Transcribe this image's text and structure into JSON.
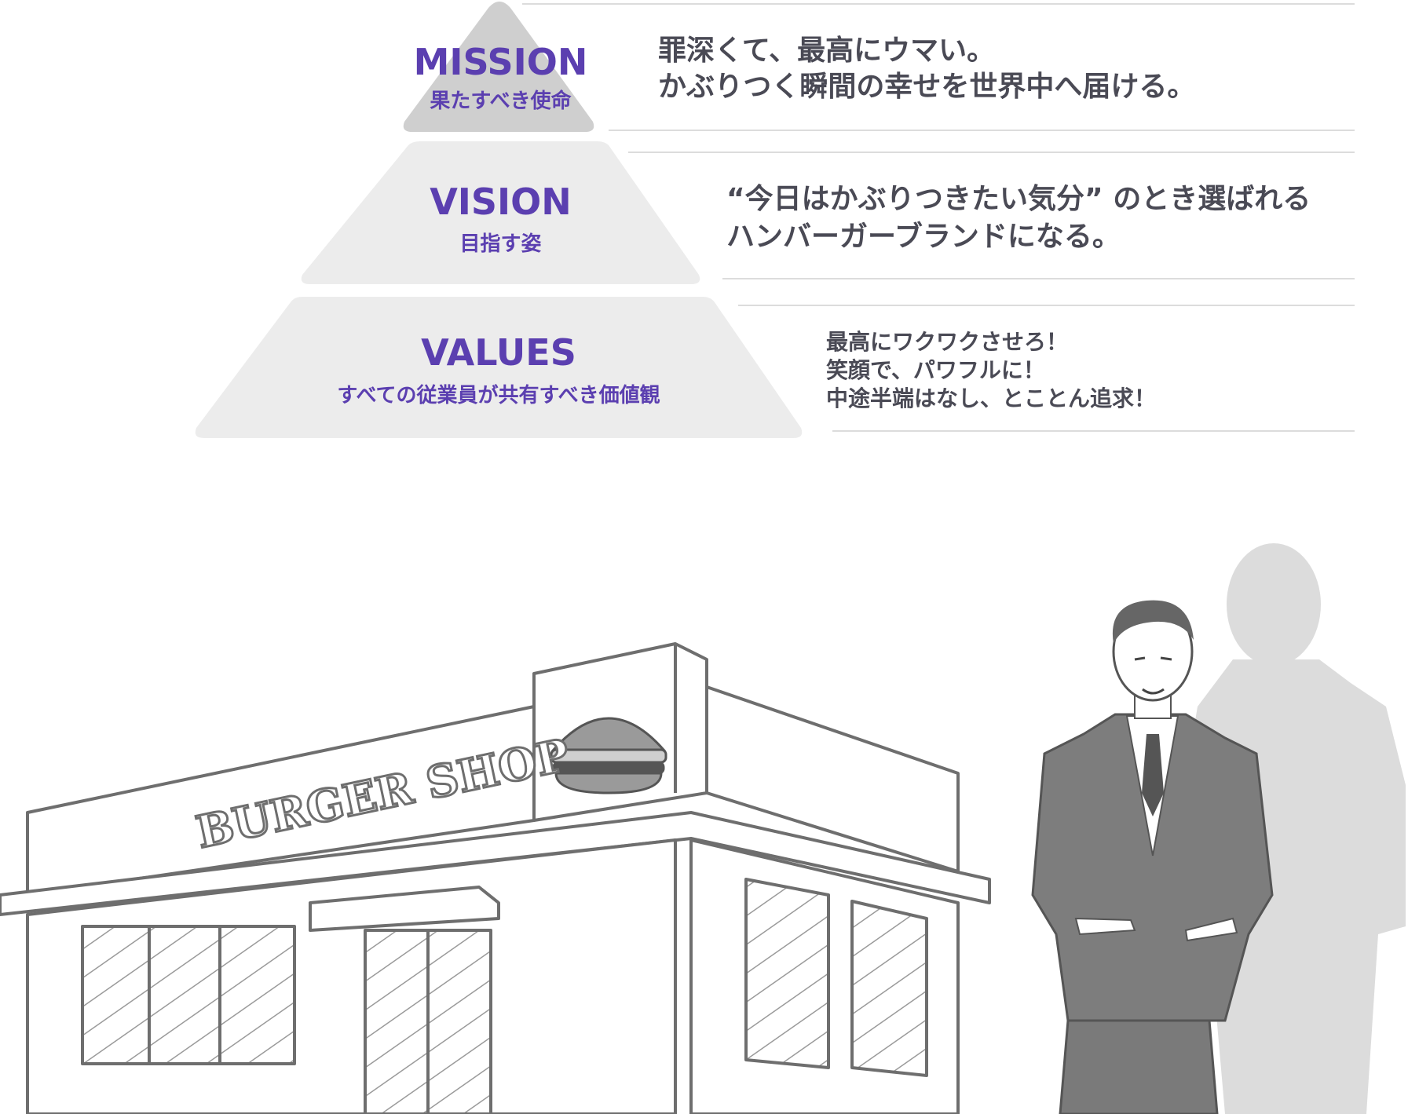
{
  "tiers": [
    {
      "id": "mission",
      "title": "MISSION",
      "subtitle": "果たすべき使命",
      "lines": [
        "罪深くて、最高にウマい。",
        "かぶりつく瞬間の幸せを世界中へ届ける。"
      ]
    },
    {
      "id": "vision",
      "title": "VISION",
      "subtitle": "目指す姿",
      "lines": [
        "“今日はかぶりつきたい気分” のとき選ばれる",
        "ハンバーガーブランドになる。"
      ]
    },
    {
      "id": "values",
      "title": "VALUES",
      "subtitle": "すべての従業員が共有すべき価値観",
      "lines": [
        "最高にワクワクさせろ！",
        "笑顔で、パワフルに！",
        "中途半端はなし、とことん追求！"
      ]
    }
  ],
  "illustration": {
    "shop_sign": "BURGER SHOP"
  },
  "colors": {
    "accent": "#5b3fb0",
    "text": "#4a4a55",
    "pyramid_fill": "#eeeeee",
    "mission_fill": "#cfcfcf",
    "rule": "#dcdcdc"
  }
}
